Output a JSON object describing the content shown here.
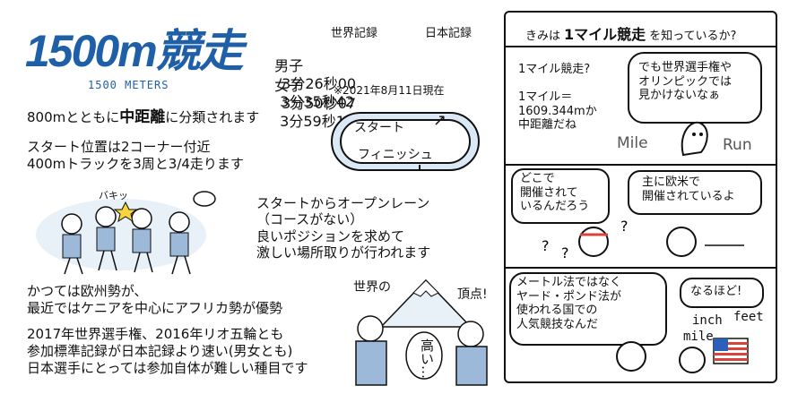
{
  "title": {
    "main": "1500m競走",
    "sub": "1500 METERS"
  },
  "records": {
    "header_world": "世界記録",
    "header_japan": "日本記録",
    "rows": [
      {
        "label": "男子",
        "world": "3分26秒00",
        "japan": "3分35秒42"
      },
      {
        "label": "女子",
        "world": "3分50秒07",
        "japan": "3分59秒19"
      }
    ],
    "note": "※2021年8月11日現在"
  },
  "body": {
    "line1_prefix": "800mとともに",
    "line1_bold": "中距離",
    "line1_suffix": "に分類されます",
    "start_text": "スタート位置は2コーナー付近\n400mトラックを3周と3/4走ります",
    "track_start": "スタート",
    "track_finish": "フィニッシュ",
    "open_lane_text": "スタートからオープンレーン\n（コースがない）\n良いポジションを求めて\n激しい場所取りが行われます",
    "runners_sfx": "バキッ",
    "history_text": "かつては欧州勢が、\n最近ではケニアを中心にアフリカ勢が優勢",
    "standard_text": "2017年世界選手権、2016年リオ五輪とも\n参加標準記録が日本記録より速い(男女とも)\n日本選手にとっては参加自体が難しい種目です",
    "world_peak_left": "世界の",
    "world_peak_right": "頂点!",
    "high_label": "高い…"
  },
  "panel": {
    "header_prefix": "きみは",
    "header_bold": "1マイル競走",
    "header_suffix": "を知っているか?",
    "left_q": "1マイル競走?\n\n1マイル＝\n1609.344mか\n中距離だね",
    "right_q": "でも世界選手権や\nオリンピックでは\n見かけないなぁ",
    "mile_word": "Mile",
    "run_word": "Run",
    "where_text": "どこで\n開催されて\nいるんだろう",
    "europe_text": "主に欧米で\n開催されているよ",
    "metric_text": "メートル法ではなく\nヤード・ポンド法が\n使われる国での\n人気競技なんだ",
    "naruhodo": "なるほど!",
    "inch": "inch",
    "feet": "feet",
    "mile": "mile"
  },
  "colors": {
    "accent": "#1f5fa8",
    "flag_red": "#d8443c",
    "flag_blue": "#2b5fb8"
  }
}
